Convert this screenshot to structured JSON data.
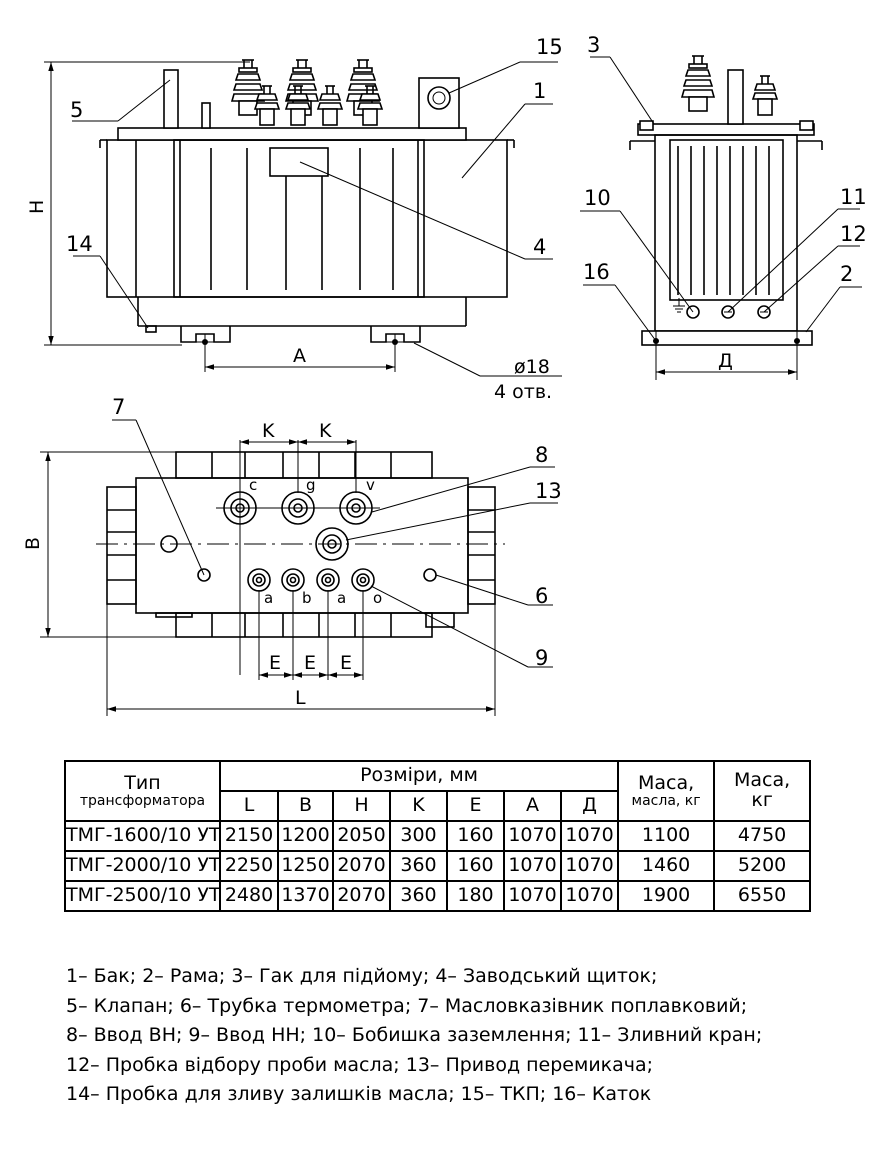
{
  "callouts": {
    "n1": "1",
    "n2": "2",
    "n3": "3",
    "n4": "4",
    "n5": "5",
    "n6": "6",
    "n7": "7",
    "n8": "8",
    "n9": "9",
    "n10": "10",
    "n11": "11",
    "n12": "12",
    "n13": "13",
    "n14": "14",
    "n15": "15",
    "n16": "16"
  },
  "dimensions": {
    "H": "H",
    "A": "A",
    "D": "Д",
    "B": "B",
    "L": "L",
    "K": "K",
    "E": "E",
    "hole_diameter": "ø18",
    "hole_count": "4 отв."
  },
  "terminals": {
    "hv": [
      "c",
      "g",
      "v"
    ],
    "lv": [
      "a",
      "b",
      "a",
      "o"
    ]
  },
  "table": {
    "header": {
      "type_line1": "Тип",
      "type_line2": "трансформатора",
      "sizes": "Розміри, мм",
      "columns": [
        "L",
        "B",
        "H",
        "K",
        "E",
        "A",
        "Д"
      ],
      "oil_mass_line1": "Маса,",
      "oil_mass_line2": "масла, кг",
      "mass_line1": "Маса,",
      "mass_line2": "кг"
    },
    "rows": [
      {
        "type": "ТМГ-1600/10 УТ",
        "L": "2150",
        "B": "1200",
        "H": "2050",
        "K": "300",
        "E": "160",
        "A": "1070",
        "D": "1070",
        "oil": "1100",
        "mass": "4750"
      },
      {
        "type": "ТМГ-2000/10 УТ",
        "L": "2250",
        "B": "1250",
        "H": "2070",
        "K": "360",
        "E": "160",
        "A": "1070",
        "D": "1070",
        "oil": "1460",
        "mass": "5200"
      },
      {
        "type": "ТМГ-2500/10 УТ",
        "L": "2480",
        "B": "1370",
        "H": "2070",
        "K": "360",
        "E": "180",
        "A": "1070",
        "D": "1070",
        "oil": "1900",
        "mass": "6550"
      }
    ]
  },
  "legend": [
    "1– Бак; 2– Рама; 3– Гак для підйому; 4– Заводський щиток;",
    "5– Клапан; 6– Трубка термометра; 7– Масловказівник поплавковий;",
    "8– Ввод ВН; 9– Ввод НН; 10– Бобишка заземлення; 11– Зливний кран;",
    "12– Пробка відбору проби масла; 13– Привод перемикача;",
    "14– Пробка для зливу залишків масла; 15– ТКП; 16– Каток"
  ]
}
